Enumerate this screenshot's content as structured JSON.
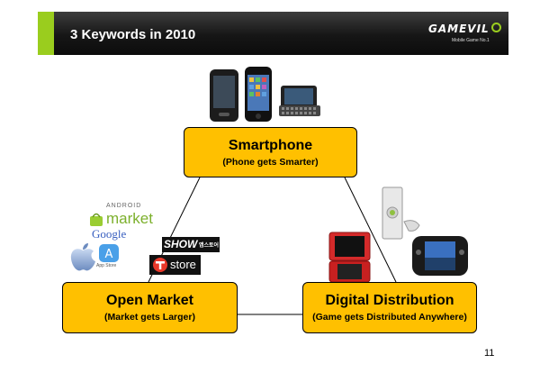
{
  "header": {
    "title": "3 Keywords in 2010",
    "logo_text": "GAMEVIL",
    "logo_tagline": "Mobile Game No.1"
  },
  "keywords": {
    "smartphone": {
      "title": "Smartphone",
      "subtitle": "(Phone gets Smarter)"
    },
    "open_market": {
      "title": "Open Market",
      "subtitle": "(Market gets Larger)"
    },
    "digital_distribution": {
      "title": "Digital Distribution",
      "subtitle": "(Game gets Distributed Anywhere)"
    }
  },
  "logos": {
    "android_word": "ANDROID",
    "market_word": "market",
    "google_word": "Google",
    "app_store_word": "App Store",
    "show_word": "SHOW",
    "show_korean": "앱스토어",
    "tstore_word": "store"
  },
  "page_number": "11",
  "colors": {
    "box_fill": "#ffc000",
    "header_dark": "#1a1a1a",
    "header_accent": "#9acd1e"
  }
}
